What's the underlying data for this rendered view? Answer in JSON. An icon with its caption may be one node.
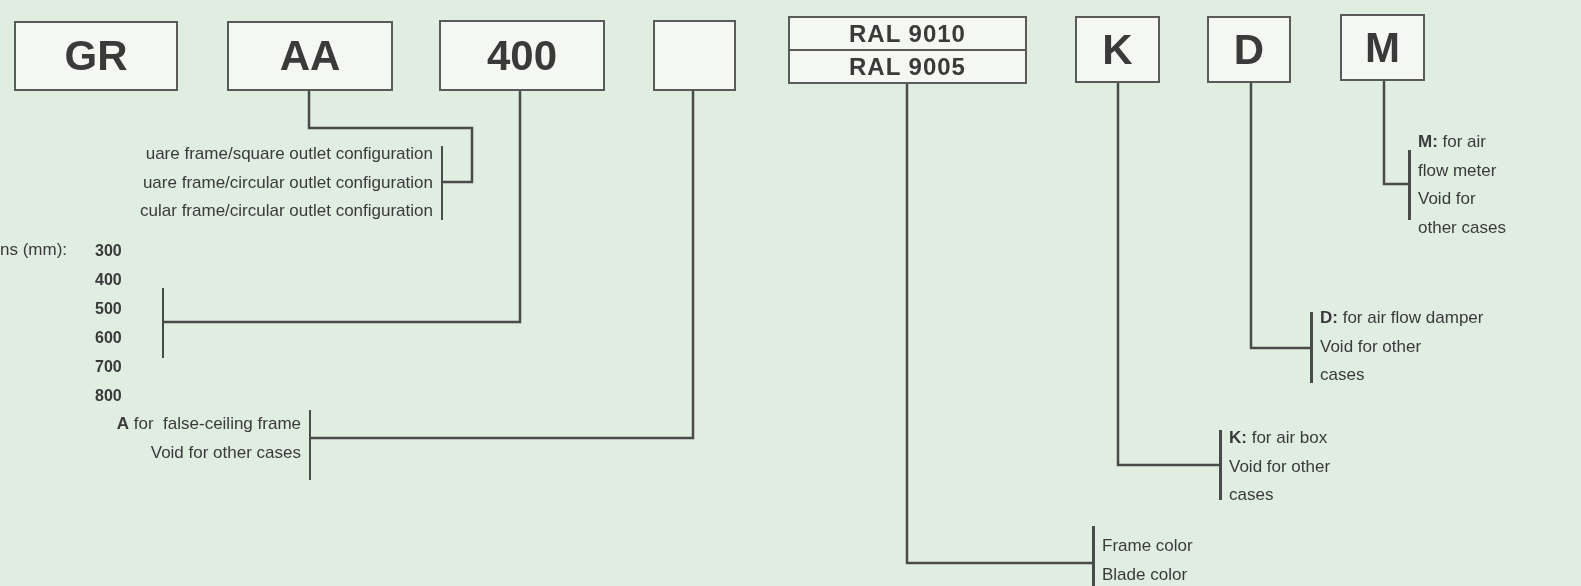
{
  "diagram": {
    "nodes": [
      {
        "text": [
          "GR"
        ]
      },
      {
        "text": [
          "AA"
        ]
      },
      {
        "text": [
          "400"
        ]
      },
      {
        "text": [],
        "shape": "box"
      },
      {
        "text": [
          "RAL 9010",
          "RAL 9005"
        ]
      },
      {
        "text": [
          "K"
        ]
      },
      {
        "text": [
          "D"
        ]
      },
      {
        "text": [
          "M"
        ]
      },
      {
        "text": [
          "uare frame/square outlet configuration",
          "uare frame/circular outlet configuration",
          "cular frame/circular outlet configuration"
        ]
      },
      {
        "text": [
          "ns (mm):",
          "300 400 500 600 700 800"
        ]
      },
      {
        "text": [
          "**A** for  false-ceiling frame",
          "Void for other cases"
        ]
      },
      {
        "text": [
          "**M:** for air flow meter",
          "Void for other cases"
        ]
      },
      {
        "text": [
          "**D:** for air flow damper",
          "Void for other cases"
        ]
      },
      {
        "text": [
          "**K:** for air box",
          "Void for other cases"
        ]
      },
      {
        "text": [
          "Frame color",
          "Blade color"
        ]
      }
    ],
    "edges": [
      {
        "from": 1,
        "to": 8,
        "arrow": "none"
      },
      {
        "from": 2,
        "to": 9,
        "arrow": "none"
      },
      {
        "from": 3,
        "to": 10,
        "arrow": "none"
      },
      {
        "from": 7,
        "to": 11,
        "arrow": "none"
      },
      {
        "from": 6,
        "to": 12,
        "arrow": "none"
      },
      {
        "from": 5,
        "to": 13,
        "arrow": "none"
      },
      {
        "from": 4,
        "to": 14,
        "arrow": "none"
      }
    ]
  }
}
